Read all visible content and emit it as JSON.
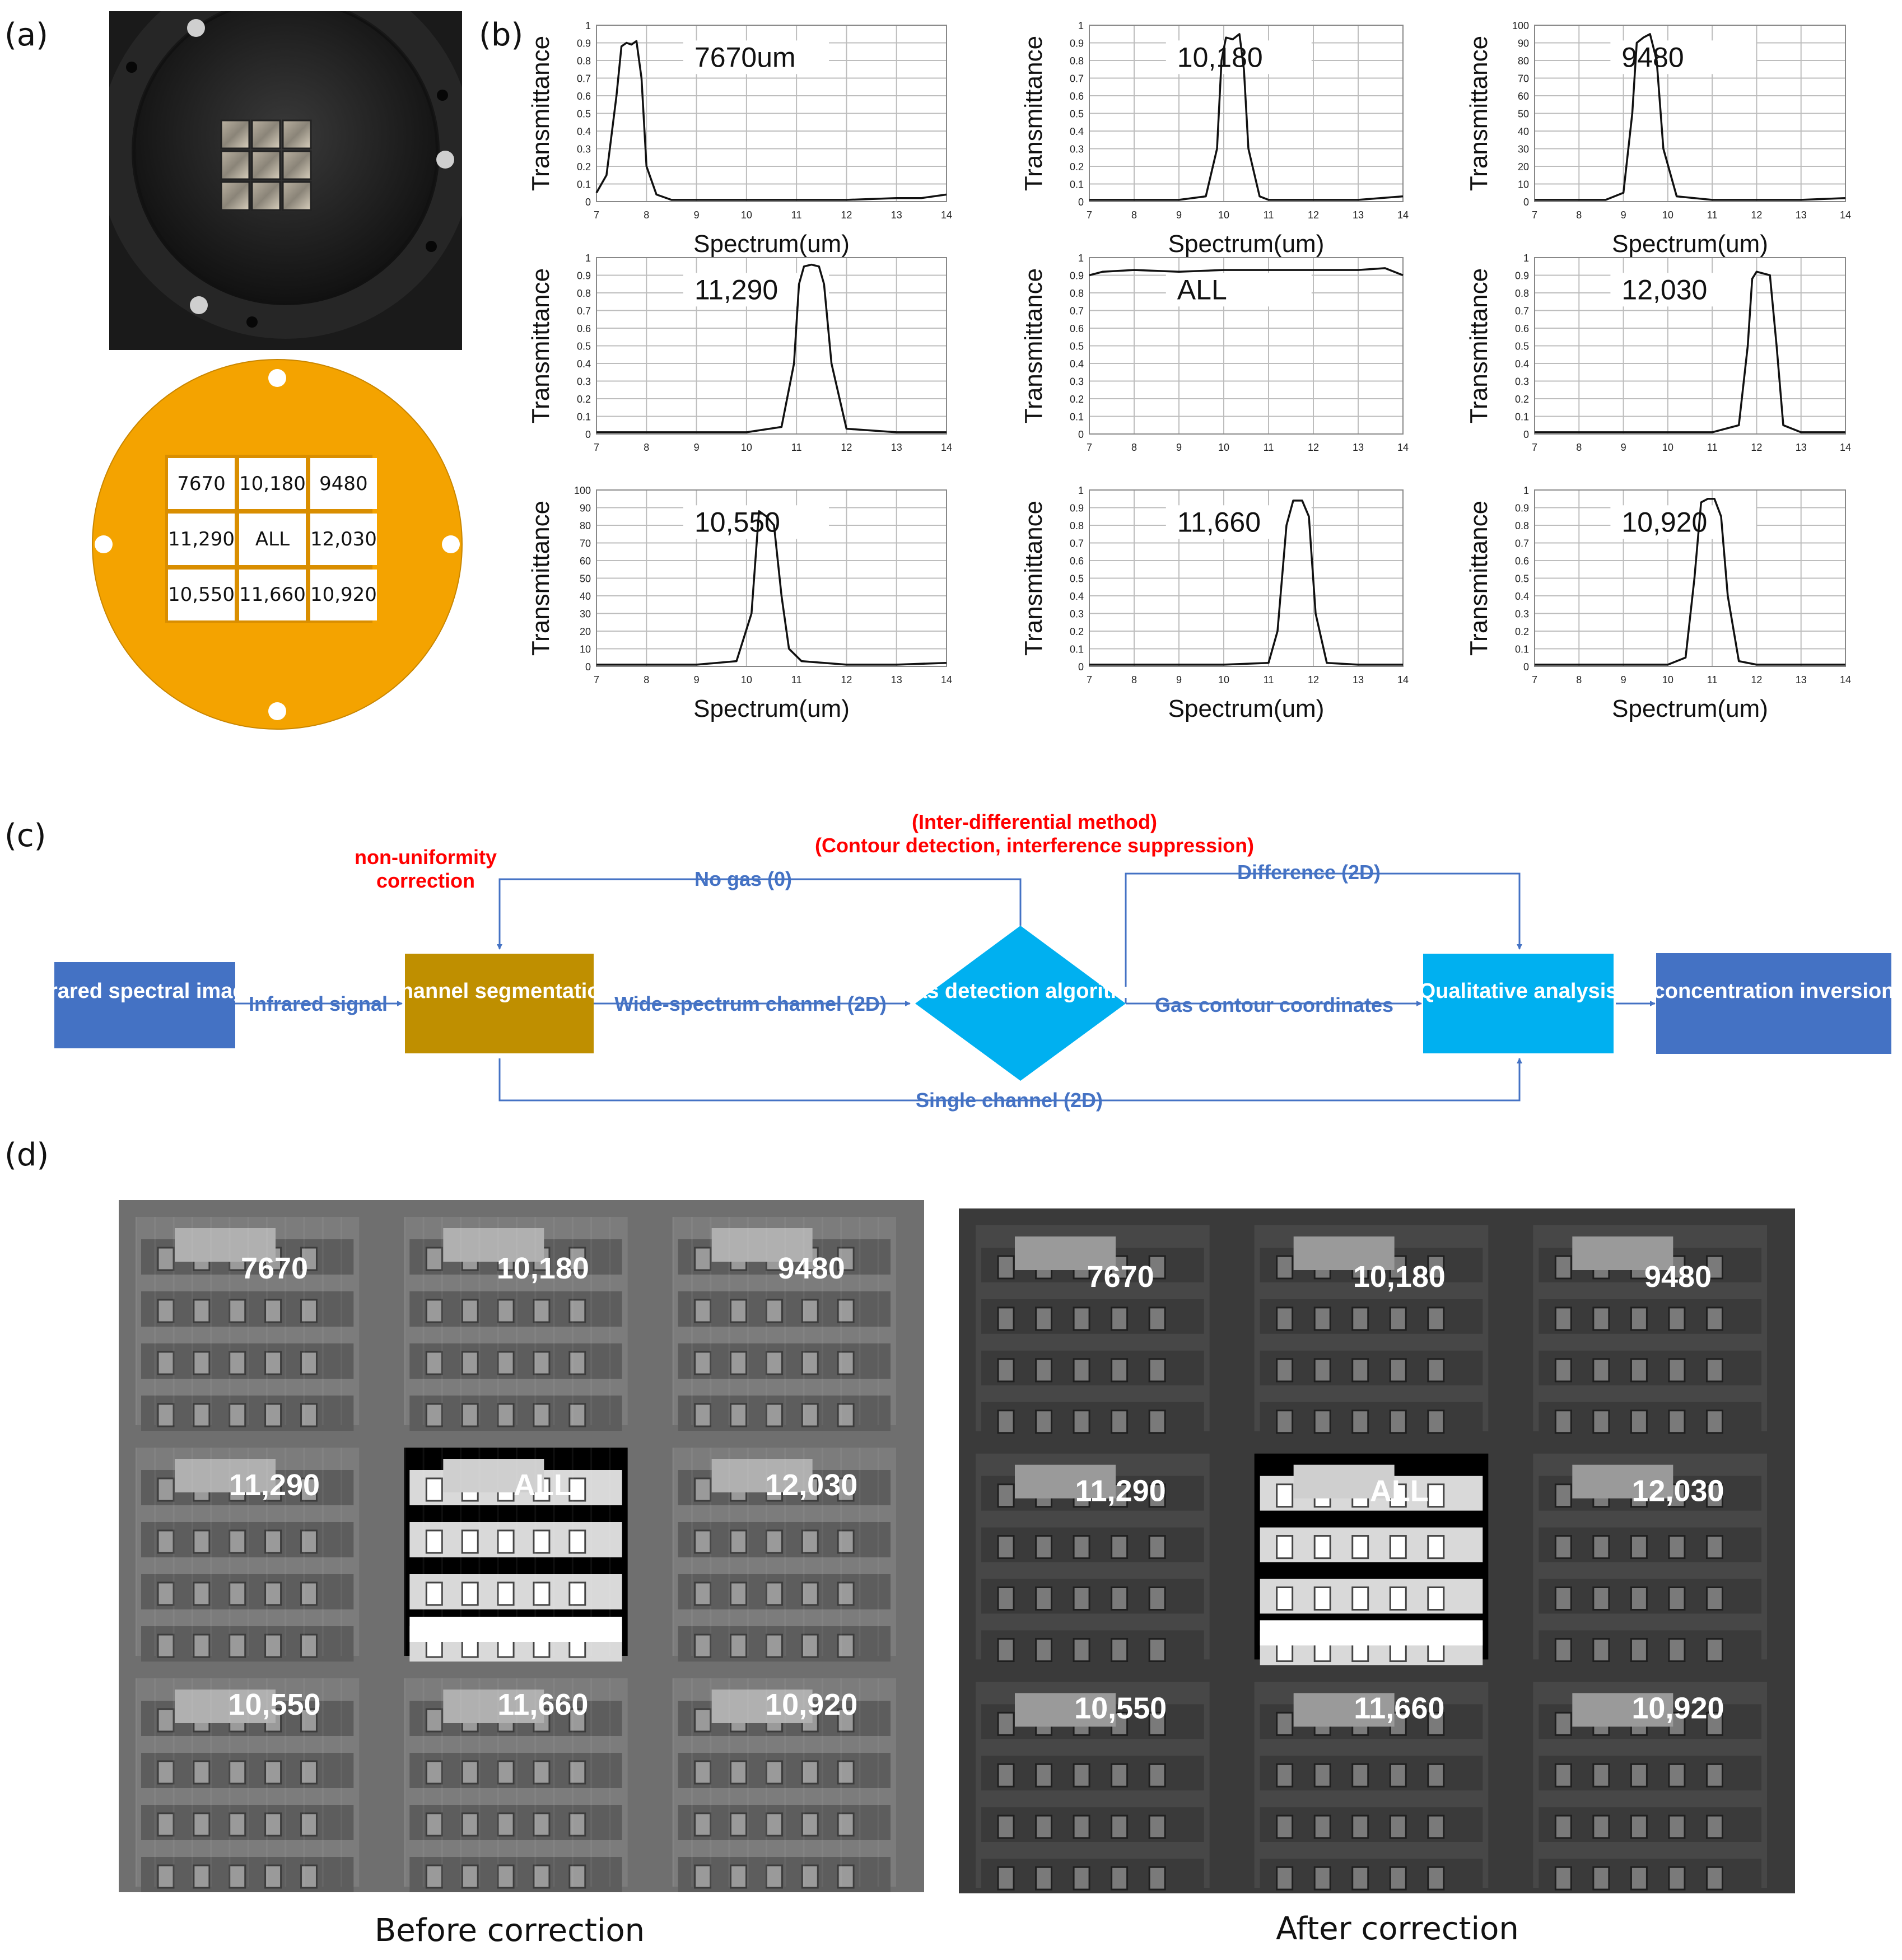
{
  "panels": {
    "a": "(a)",
    "b": "(b)",
    "c": "(c)",
    "d": "(d)"
  },
  "filter_layout": {
    "cells": [
      [
        "7670",
        "10,180",
        "9480"
      ],
      [
        "11,290",
        "ALL",
        "12,030"
      ],
      [
        "10,550",
        "11,660",
        "10,920"
      ]
    ],
    "plate_color": "#F4A300"
  },
  "chart_data": [
    {
      "type": "line",
      "title": "7670um",
      "xlabel": "Spectrum(um)",
      "ylabel": "Transmittance",
      "xlim": [
        7,
        14
      ],
      "ylim": [
        0,
        1
      ],
      "xticks": [
        "7",
        "8",
        "9",
        "10",
        "11",
        "12",
        "13",
        "14"
      ],
      "yticks": [
        "0",
        "0.1",
        "0.2",
        "0.3",
        "0.4",
        "0.5",
        "0.6",
        "0.7",
        "0.8",
        "0.9",
        "1"
      ],
      "x": [
        7.0,
        7.2,
        7.4,
        7.5,
        7.6,
        7.7,
        7.8,
        7.9,
        8.0,
        8.2,
        8.5,
        9,
        10,
        11,
        12,
        13,
        13.5,
        14
      ],
      "y": [
        0.05,
        0.15,
        0.6,
        0.88,
        0.9,
        0.89,
        0.91,
        0.7,
        0.2,
        0.04,
        0.01,
        0.01,
        0.01,
        0.01,
        0.01,
        0.02,
        0.02,
        0.04
      ]
    },
    {
      "type": "line",
      "title": "10,180",
      "xlabel": "Spectrum(um)",
      "ylabel": "Transmittance",
      "xlim": [
        7,
        14
      ],
      "ylim": [
        0,
        1
      ],
      "xticks": [
        "7",
        "8",
        "9",
        "10",
        "11",
        "12",
        "13",
        "14"
      ],
      "yticks": [
        "0",
        "0.1",
        "0.2",
        "0.3",
        "0.4",
        "0.5",
        "0.6",
        "0.7",
        "0.8",
        "0.9",
        "1"
      ],
      "x": [
        7,
        8,
        9,
        9.6,
        9.85,
        9.95,
        10.05,
        10.2,
        10.35,
        10.45,
        10.55,
        10.8,
        11,
        12,
        13,
        14
      ],
      "y": [
        0.01,
        0.01,
        0.01,
        0.03,
        0.3,
        0.8,
        0.93,
        0.92,
        0.95,
        0.75,
        0.3,
        0.03,
        0.01,
        0.01,
        0.01,
        0.03
      ]
    },
    {
      "type": "line",
      "title": "9480",
      "xlabel": "Spectrum(um)",
      "ylabel": "Transmittance",
      "xlim": [
        7,
        14
      ],
      "ylim": [
        0,
        100
      ],
      "xticks": [
        "7",
        "8",
        "9",
        "10",
        "11",
        "12",
        "13",
        "14"
      ],
      "yticks": [
        "0",
        "10",
        "20",
        "30",
        "40",
        "50",
        "60",
        "70",
        "80",
        "90",
        "100"
      ],
      "x": [
        7,
        8,
        8.6,
        9.0,
        9.2,
        9.3,
        9.45,
        9.6,
        9.75,
        9.9,
        10.2,
        11,
        12,
        13,
        14
      ],
      "y": [
        1,
        1,
        1,
        5,
        50,
        90,
        93,
        95,
        80,
        30,
        3,
        1,
        1,
        1,
        2
      ]
    },
    {
      "type": "line",
      "title": "11,290",
      "xlabel": "",
      "ylabel": "Transmittance",
      "xlim": [
        7,
        14
      ],
      "ylim": [
        0,
        1
      ],
      "xticks": [
        "7",
        "8",
        "9",
        "10",
        "11",
        "12",
        "13",
        "14"
      ],
      "yticks": [
        "0",
        "0.1",
        "0.2",
        "0.3",
        "0.4",
        "0.5",
        "0.6",
        "0.7",
        "0.8",
        "0.9",
        "1"
      ],
      "x": [
        7,
        8,
        9,
        10,
        10.7,
        10.95,
        11.05,
        11.15,
        11.3,
        11.45,
        11.55,
        11.7,
        12,
        13,
        14
      ],
      "y": [
        0.01,
        0.01,
        0.01,
        0.01,
        0.04,
        0.4,
        0.85,
        0.95,
        0.96,
        0.95,
        0.85,
        0.4,
        0.03,
        0.01,
        0.01
      ]
    },
    {
      "type": "line",
      "title": "ALL",
      "xlabel": "",
      "ylabel": "Transmittance",
      "xlim": [
        7,
        14
      ],
      "ylim": [
        0,
        1
      ],
      "xticks": [
        "7",
        "8",
        "9",
        "10",
        "11",
        "12",
        "13",
        "14"
      ],
      "yticks": [
        "0",
        "0.1",
        "0.2",
        "0.3",
        "0.4",
        "0.5",
        "0.6",
        "0.7",
        "0.8",
        "0.9",
        "1"
      ],
      "x": [
        7,
        7.3,
        8,
        9,
        10,
        11,
        12,
        13,
        13.6,
        14
      ],
      "y": [
        0.9,
        0.92,
        0.93,
        0.92,
        0.93,
        0.93,
        0.93,
        0.93,
        0.94,
        0.9
      ]
    },
    {
      "type": "line",
      "title": "12,030",
      "xlabel": "",
      "ylabel": "Transmittance",
      "xlim": [
        7,
        14
      ],
      "ylim": [
        0,
        1
      ],
      "xticks": [
        "7",
        "8",
        "9",
        "10",
        "11",
        "12",
        "13",
        "14"
      ],
      "yticks": [
        "0",
        "0.1",
        "0.2",
        "0.3",
        "0.4",
        "0.5",
        "0.6",
        "0.7",
        "0.8",
        "0.9",
        "1"
      ],
      "x": [
        7,
        8,
        9,
        10,
        11,
        11.6,
        11.8,
        11.9,
        12.0,
        12.15,
        12.3,
        12.45,
        12.6,
        13,
        14
      ],
      "y": [
        0.01,
        0.01,
        0.01,
        0.01,
        0.01,
        0.05,
        0.5,
        0.88,
        0.92,
        0.91,
        0.9,
        0.5,
        0.05,
        0.01,
        0.01
      ]
    },
    {
      "type": "line",
      "title": "10,550",
      "xlabel": "Spectrum(um)",
      "ylabel": "Transmittance",
      "xlim": [
        7,
        14
      ],
      "ylim": [
        0,
        100
      ],
      "xticks": [
        "7",
        "8",
        "9",
        "10",
        "11",
        "12",
        "13",
        "14"
      ],
      "yticks": [
        "0",
        "10",
        "20",
        "30",
        "40",
        "50",
        "60",
        "70",
        "80",
        "90",
        "100"
      ],
      "x": [
        7,
        8,
        9,
        9.8,
        10.1,
        10.25,
        10.4,
        10.55,
        10.7,
        10.85,
        11.1,
        12,
        13,
        14
      ],
      "y": [
        1,
        1,
        1,
        3,
        30,
        88,
        85,
        80,
        40,
        10,
        3,
        1,
        1,
        2
      ]
    },
    {
      "type": "line",
      "title": "11,660",
      "xlabel": "Spectrum(um)",
      "ylabel": "Transmittance",
      "xlim": [
        7,
        14
      ],
      "ylim": [
        0,
        1
      ],
      "xticks": [
        "7",
        "8",
        "9",
        "10",
        "11",
        "12",
        "13",
        "14"
      ],
      "yticks": [
        "0",
        "0.1",
        "0.2",
        "0.3",
        "0.4",
        "0.5",
        "0.6",
        "0.7",
        "0.8",
        "0.9",
        "1"
      ],
      "x": [
        7,
        8,
        9,
        10,
        11,
        11.2,
        11.4,
        11.55,
        11.75,
        11.9,
        12.05,
        12.3,
        13,
        14
      ],
      "y": [
        0.01,
        0.01,
        0.01,
        0.01,
        0.02,
        0.2,
        0.8,
        0.94,
        0.94,
        0.85,
        0.3,
        0.02,
        0.01,
        0.01
      ]
    },
    {
      "type": "line",
      "title": "10,920",
      "xlabel": "Spectrum(um)",
      "ylabel": "Transmittance",
      "xlim": [
        7,
        14
      ],
      "ylim": [
        0,
        1
      ],
      "xticks": [
        "7",
        "8",
        "9",
        "10",
        "11",
        "12",
        "13",
        "14"
      ],
      "yticks": [
        "0",
        "0.1",
        "0.2",
        "0.3",
        "0.4",
        "0.5",
        "0.6",
        "0.7",
        "0.8",
        "0.9",
        "1"
      ],
      "x": [
        7,
        8,
        9,
        10,
        10.4,
        10.6,
        10.75,
        10.9,
        11.05,
        11.2,
        11.35,
        11.6,
        12,
        13,
        14
      ],
      "y": [
        0.01,
        0.01,
        0.01,
        0.01,
        0.05,
        0.5,
        0.93,
        0.95,
        0.95,
        0.85,
        0.4,
        0.03,
        0.01,
        0.01,
        0.01
      ]
    }
  ],
  "flowchart": {
    "nodes": {
      "imager": "Infrared spectral imager",
      "segmentation": "Channel segmentation",
      "gas_detection": "Gas detection algorithm",
      "qualitative": "Qualitative analysis",
      "inversion": "concentration inversion"
    },
    "edges": {
      "infrared_signal": "Infrared signal",
      "wide_spectrum": "Wide-spectrum channel (2D)",
      "gas_contour": "Gas contour coordinates",
      "no_gas": "No gas (0)",
      "difference": "Difference (2D)",
      "single_channel": "Single channel (2D)"
    },
    "notes": {
      "nonuniformity_1": "non-uniformity",
      "nonuniformity_2": "correction",
      "method_1": "(Inter-differential method)",
      "method_2": "(Contour detection, interference suppression)"
    },
    "colors": {
      "imager": "#4472C4",
      "segmentation": "#BF8F00",
      "gas": "#00B0F0",
      "qualitative": "#00B0F0",
      "inversion": "#4472C4",
      "edge_text": "#4472C4",
      "note": "#FF0000"
    }
  },
  "thermal": {
    "before_caption": "Before correction",
    "after_caption": "After correction",
    "channel_labels": [
      "7670",
      "10,180",
      "9480",
      "11,290",
      "ALL",
      "12,030",
      "10,550",
      "11,660",
      "10,920"
    ]
  }
}
